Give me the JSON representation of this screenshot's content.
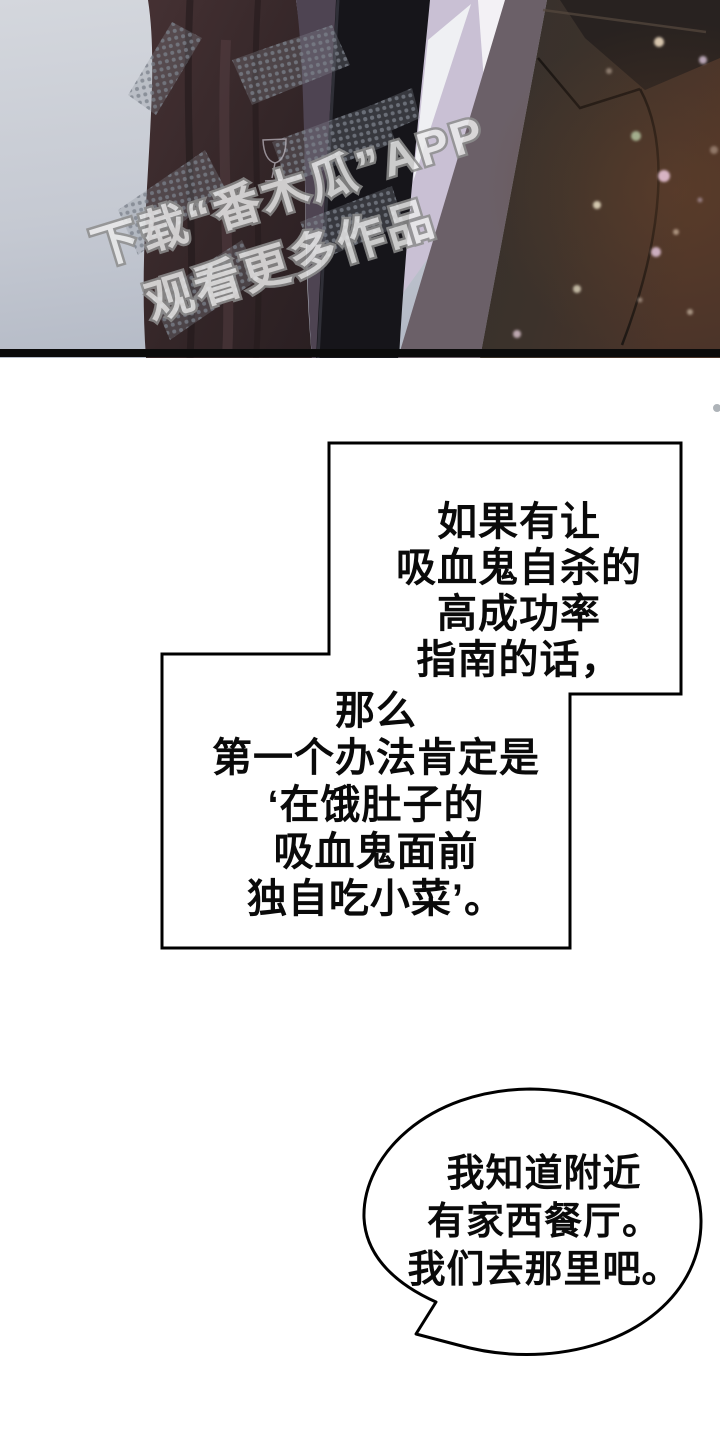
{
  "page": {
    "background": "#ffffff"
  },
  "panel": {
    "watermark": {
      "line1": "下载“番木瓜”APP",
      "line2": "观看更多作品",
      "text_color": "#ebebeb",
      "outline_color": "#8e8e8e"
    },
    "palette": {
      "background_left": "#ced2d9",
      "curtain_maroon": "#38292c",
      "purple_band": "#4e4452",
      "tie_black": "#16151a",
      "shirt_white": "#eff0f3",
      "collar_lavender": "#c9c0d4",
      "strap_gray": "#6b6068",
      "suit_brown": "#3a322c",
      "suit_warm_brown": "#4a3226",
      "panel_border": "#0b0b0b"
    }
  },
  "speech": {
    "text_color": "#0a0a0a",
    "bubble_fill": "#ffffff",
    "bubble_stroke": "#000000",
    "box1": {
      "lines": [
        "如果有让",
        "吸血鬼自杀的",
        "高成功率",
        "指南的话，"
      ]
    },
    "box2": {
      "lines": [
        "那么",
        "第一个办法肯定是",
        "‘在饿肚子的",
        "吸血鬼面前",
        "独自吃小菜’。"
      ]
    },
    "bubble": {
      "lines": [
        "我知道附近",
        "有家西餐厅。",
        "我们去那里吧。"
      ]
    }
  }
}
